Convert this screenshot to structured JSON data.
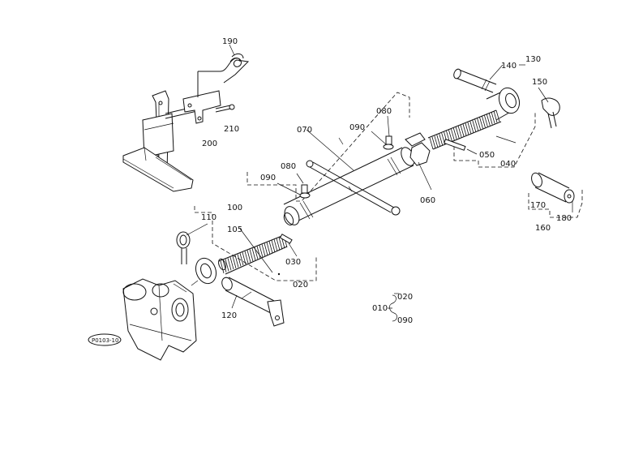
{
  "parts": {
    "p010": "010",
    "p020": "020",
    "p030": "030",
    "p040": "040",
    "p050": "050",
    "p060": "060",
    "p070": "070",
    "p080a": "080",
    "p080b": "080",
    "p090a": "090",
    "p090b": "090",
    "p100": "100",
    "p105": "105",
    "p110": "110",
    "p120": "120",
    "p130": "130",
    "p140": "140",
    "p150": "150",
    "p160": "160",
    "p170": "170",
    "p180": "180",
    "p190": "190",
    "p200": "200",
    "p210": "210"
  },
  "legend": {
    "main": "010",
    "sub1": "020",
    "sub2": "090"
  },
  "figure_ref": "P0103-10"
}
